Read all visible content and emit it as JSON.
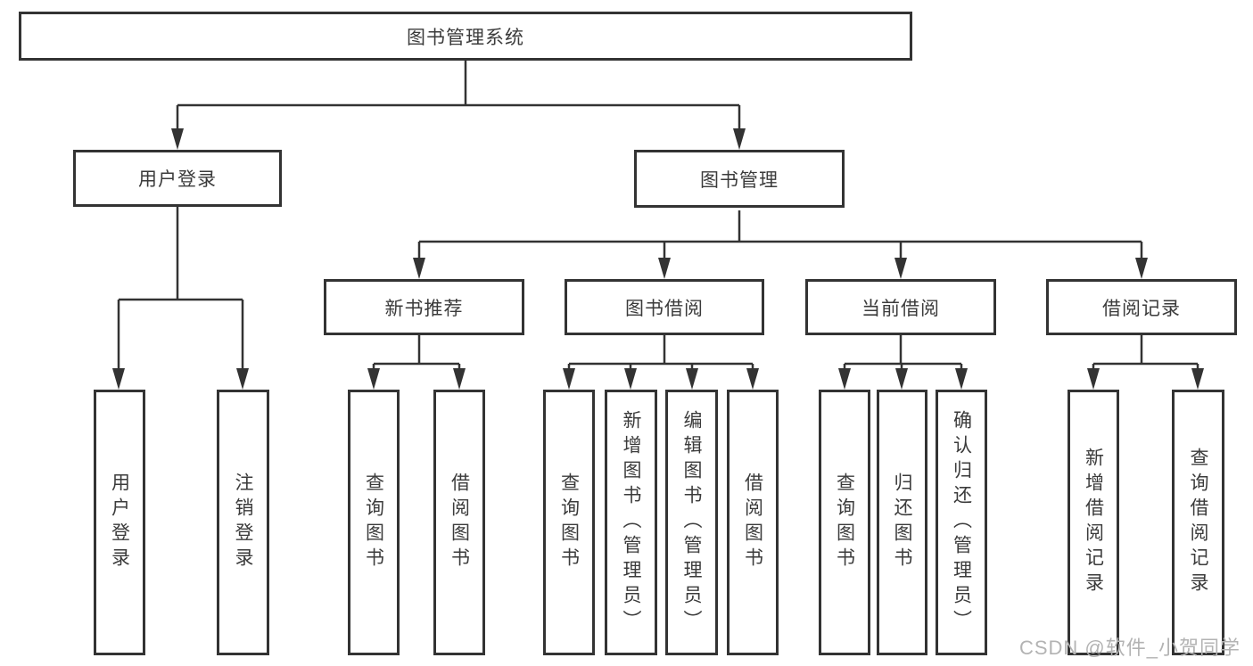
{
  "diagram": {
    "root": "图书管理系统",
    "branches": {
      "user_login": {
        "label": "用户登录",
        "children": [
          "用户登录",
          "注销登录"
        ]
      },
      "book_management": {
        "label": "图书管理",
        "sections": {
          "new_books": {
            "label": "新书推荐",
            "children": [
              "查询图书",
              "借阅图书"
            ]
          },
          "book_borrowing": {
            "label": "图书借阅",
            "children": [
              "查询图书",
              "新增图书（管理员）",
              "编辑图书（管理员）",
              "借阅图书"
            ]
          },
          "current_borrowing": {
            "label": "当前借阅",
            "children": [
              "查询图书",
              "归还图书",
              "确认归还（管理员）"
            ]
          },
          "borrowing_records": {
            "label": "借阅记录",
            "children": [
              "新增借阅记录",
              "查询借阅记录"
            ]
          }
        }
      }
    }
  },
  "watermark": "CSDN @软件_小贺同学",
  "colors": {
    "line": "#333333",
    "box_border": "#333333",
    "text": "#3b3b3b",
    "watermark": "#b3b3b3",
    "background": "#ffffff"
  }
}
